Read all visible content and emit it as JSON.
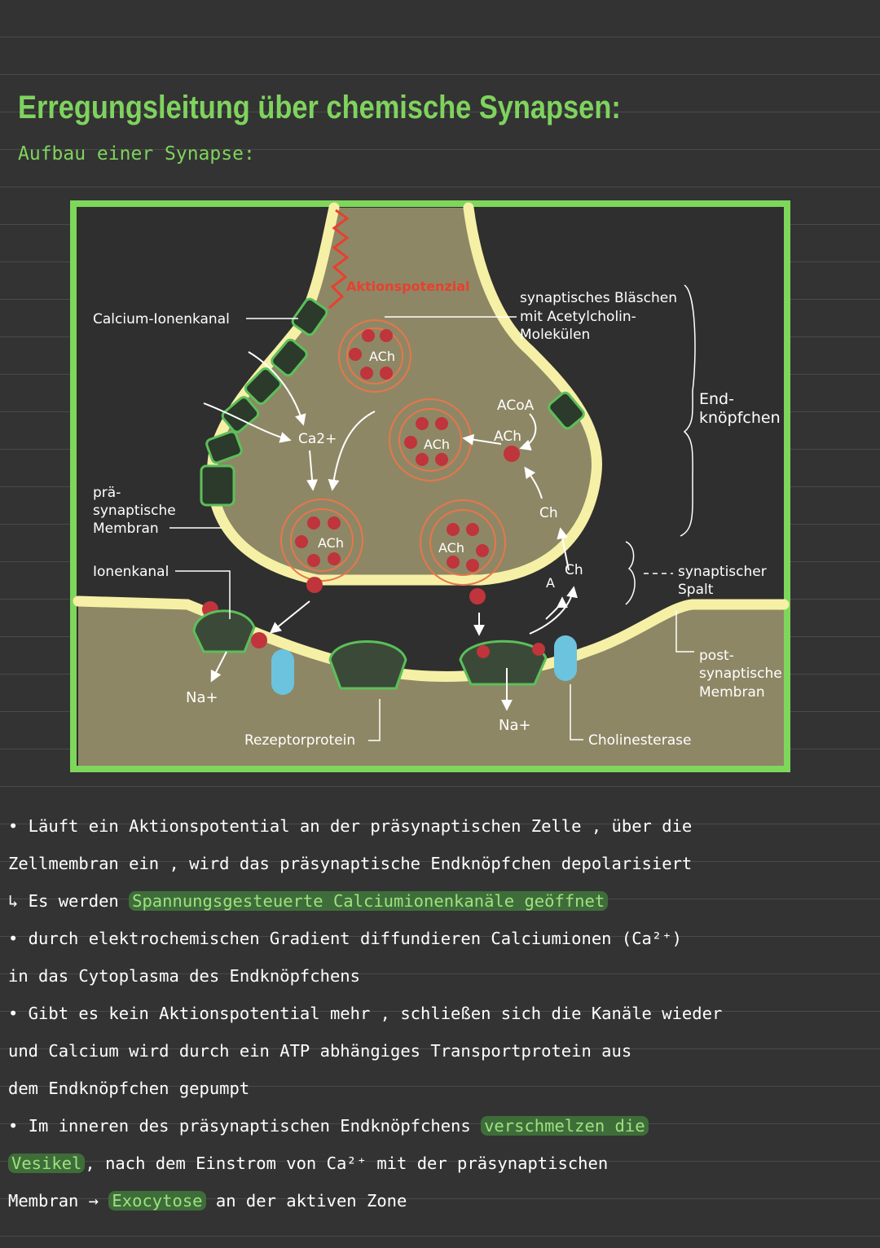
{
  "header": {
    "title": "Erregungsleitung über chemische Synapsen:",
    "subtitle": "Aufbau einer Synapse:"
  },
  "diagram": {
    "labels": {
      "action_potential": "Aktionspotenzial",
      "calcium_channel": "Calcium-Ionenkanal",
      "vesicle_line1": "synaptisches Bläschen",
      "vesicle_line2": "mit Acetylcholin-",
      "vesicle_line3": "Molekülen",
      "bouton_line1": "End-",
      "bouton_line2": "knöpfchen",
      "presyn_line1": "prä-",
      "presyn_line2": "synaptische",
      "presyn_line3": "Membran",
      "ion_channel": "Ionenkanal",
      "cleft_line1": "synaptischer",
      "cleft_line2": "Spalt",
      "postsyn_line1": "post-",
      "postsyn_line2": "synaptische",
      "postsyn_line3": "Membran",
      "receptor": "Rezeptorprotein",
      "cholinesterase": "Cholinesterase",
      "na_left": "Na+",
      "na_right": "Na+",
      "ca": "Ca2+",
      "ach": "ACh",
      "acoa": "ACoA",
      "ch": "Ch",
      "a": "A"
    },
    "colors": {
      "frame": "#7ed65b",
      "cytoplasm": "#8e8765",
      "membrane": "#f6f0a6",
      "channel": "#5cbf5a",
      "vesicle_ring": "#e8764a",
      "molecule": "#c0343c",
      "enzyme": "#6cc3de",
      "label_red": "#e8402f"
    }
  },
  "notes": {
    "l1a": "• Läuft ein Aktionspotential an der präsynaptischen Zelle , über die",
    "l2a": "Zellmembran ein , wird das präsynaptische Endknöpfchen depolarisiert",
    "l3a": "↳ Es werden ",
    "l3hl": "Spannungsgesteuerte Calciumionenkanäle geöffnet",
    "l4a": "• durch elektrochemischen Gradient diffundieren Calciumionen (Ca²⁺)",
    "l5a": "in das Cytoplasma des Endknöpfchens",
    "l6a": "• Gibt es kein Aktionspotential mehr , schließen sich die Kanäle wieder",
    "l7a": " und Calcium wird durch ein ATP abhängiges Transportprotein aus",
    "l8a": " dem Endknöpfchen gepumpt",
    "l9a": " • Im inneren des präsynaptischen Endknöpfchens ",
    "l9hl": "verschmelzen die",
    "l10hl": "Vesikel",
    "l10a": ", nach dem Einstrom von Ca²⁺ mit der präsynaptischen",
    "l11a": " Membran → ",
    "l11hl": "Exocytose",
    "l11b": " an der aktiven Zone"
  }
}
